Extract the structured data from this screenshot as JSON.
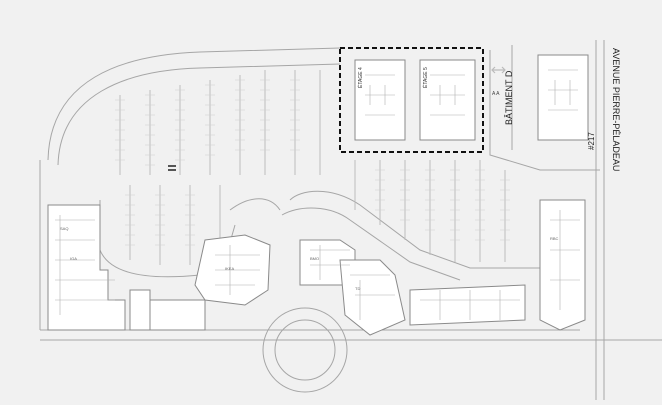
{
  "map": {
    "street_name": "AVENUE PIERRE-PÉLADEAU",
    "civic_number": "#217",
    "building_label": "BÂTIMENT D",
    "floor_labels": [
      "ÉTAGE 4",
      "ÉTAGE 5"
    ],
    "entrance_marks": "A  A",
    "tenant_codes": [
      "SAQ",
      "IGA",
      "IKEA",
      "BMO",
      "TD",
      "RBC"
    ],
    "colors": {
      "background": "#f1f1f1",
      "lines": "#9a9a9a",
      "buildings": "#ffffff",
      "highlight_border": "#111111"
    }
  }
}
